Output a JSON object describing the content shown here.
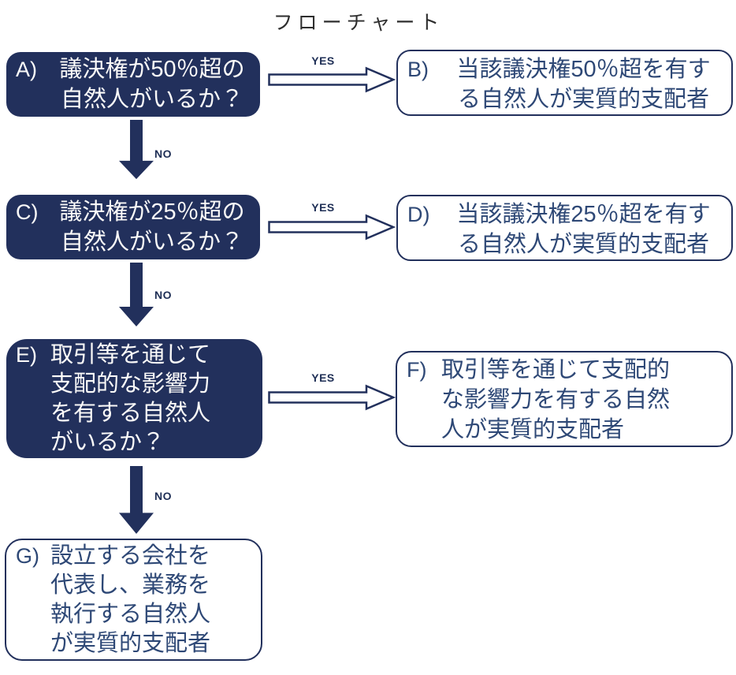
{
  "title": "フローチャート",
  "colors": {
    "navy": "#22305C",
    "ink": "#2E4876",
    "labelnavy": "#1F2F56",
    "titlecolor": "#2E2E2E"
  },
  "nodes": {
    "a": {
      "label": "A)",
      "style": "filled-dark",
      "lines": [
        "議決権が50％超の",
        "自然人がいるか？"
      ]
    },
    "b": {
      "label": "B)",
      "style": "white-outline",
      "lines": [
        "当該議決権50％超を有す",
        "る自然人が実質的支配者"
      ]
    },
    "c": {
      "label": "C)",
      "style": "filled-dark",
      "lines": [
        "議決権が25％超の",
        "自然人がいるか？"
      ]
    },
    "d": {
      "label": "D)",
      "style": "white-outline",
      "lines": [
        "当該議決権25％超を有す",
        "る自然人が実質的支配者"
      ]
    },
    "e": {
      "label": "E)",
      "style": "filled-dark",
      "lines": [
        "取引等を通じて",
        "支配的な影響力",
        "を有する自然人",
        "がいるか？"
      ]
    },
    "f": {
      "label": "F)",
      "style": "white-outline",
      "lines": [
        "取引等を通じて支配的",
        "な影響力を有する自然",
        "人が実質的支配者"
      ]
    },
    "g": {
      "label": "G)",
      "style": "white-outline",
      "lines": [
        "設立する会社を",
        "代表し、業務を",
        "執行する自然人",
        "が実質的支配者"
      ]
    }
  },
  "edges": {
    "a_to_b": "YES",
    "a_to_c": "NO",
    "c_to_d": "YES",
    "c_to_e": "NO",
    "e_to_f": "YES",
    "e_to_g": "NO"
  }
}
